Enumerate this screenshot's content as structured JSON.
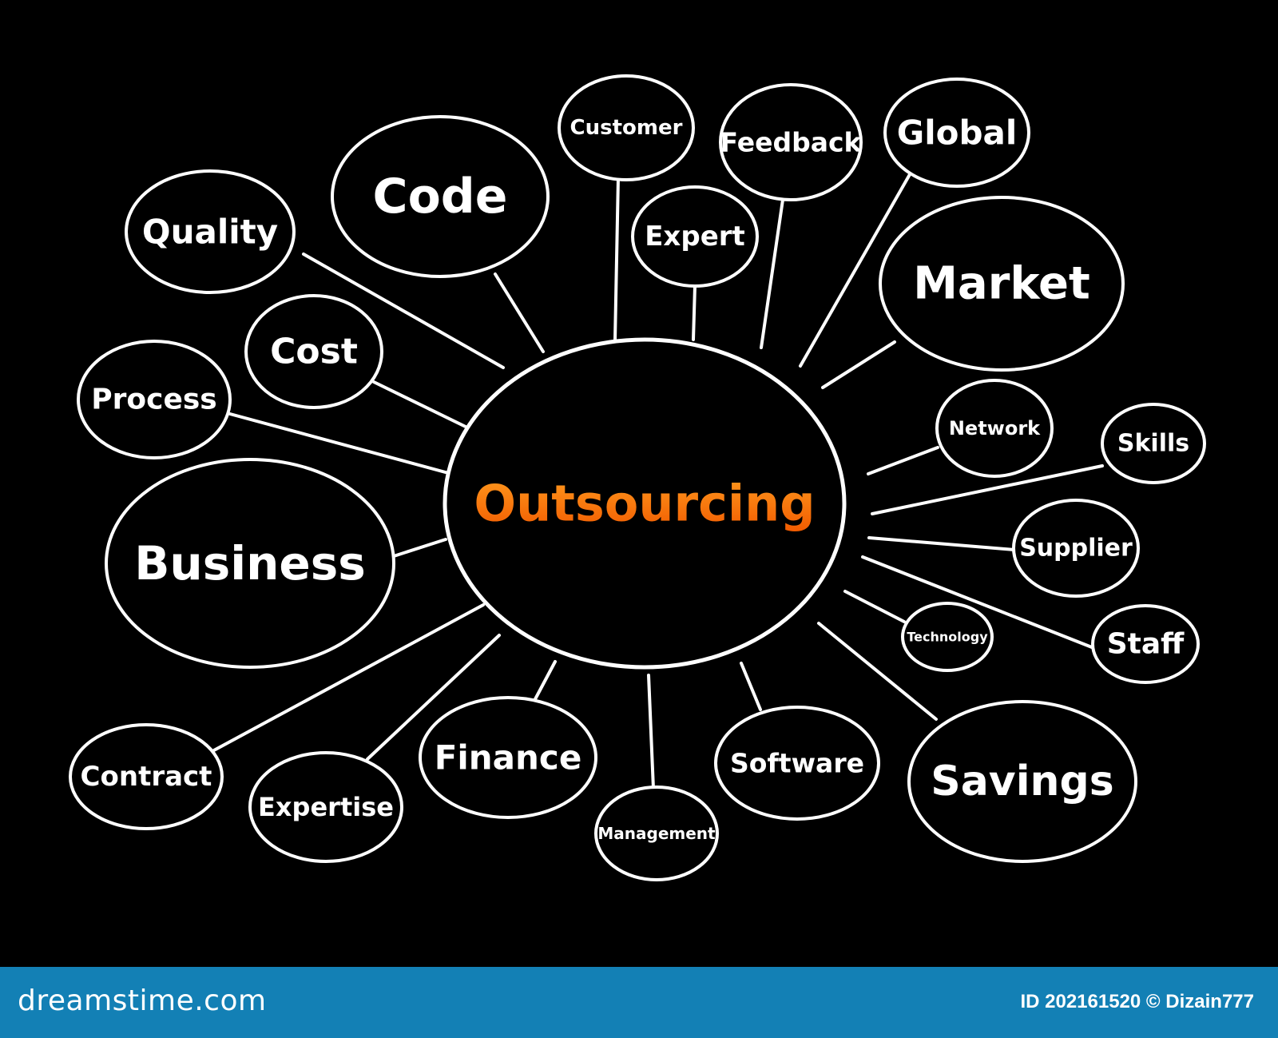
{
  "colors": {
    "background": "#000000",
    "stroke": "#ffffff",
    "center_text_top": "#ff9a1e",
    "center_text_bottom": "#f15a00",
    "footer_background": "#1380b5"
  },
  "center": {
    "label": "Outsourcing"
  },
  "nodes": [
    {
      "id": "quality",
      "label": "Quality"
    },
    {
      "id": "code",
      "label": "Code"
    },
    {
      "id": "customer",
      "label": "Customer"
    },
    {
      "id": "feedback",
      "label": "Feedback"
    },
    {
      "id": "global",
      "label": "Global"
    },
    {
      "id": "expert",
      "label": "Expert"
    },
    {
      "id": "market",
      "label": "Market"
    },
    {
      "id": "cost",
      "label": "Cost"
    },
    {
      "id": "process",
      "label": "Process"
    },
    {
      "id": "network",
      "label": "Network"
    },
    {
      "id": "skills",
      "label": "Skills"
    },
    {
      "id": "business",
      "label": "Business"
    },
    {
      "id": "supplier",
      "label": "Supplier"
    },
    {
      "id": "technology",
      "label": "Technology"
    },
    {
      "id": "staff",
      "label": "Staff"
    },
    {
      "id": "contract",
      "label": "Contract"
    },
    {
      "id": "expertise",
      "label": "Expertise"
    },
    {
      "id": "finance",
      "label": "Finance"
    },
    {
      "id": "management",
      "label": "Management"
    },
    {
      "id": "software",
      "label": "Software"
    },
    {
      "id": "savings",
      "label": "Savings"
    }
  ],
  "footer": {
    "brand": "dreamstime.com",
    "credit": "ID 202161520 © Dizain777"
  }
}
